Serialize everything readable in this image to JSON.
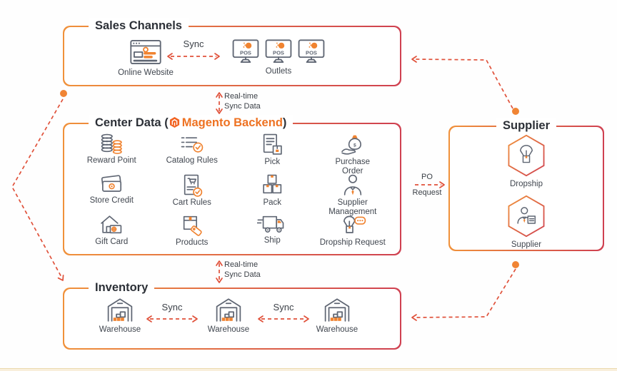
{
  "sales_channels": {
    "title": "Sales Channels",
    "online_website": {
      "label": "Online Website"
    },
    "outlets": {
      "label": "Outlets",
      "pos_text": "POS"
    },
    "sync_label": "Sync"
  },
  "center_data": {
    "title_prefix": "Center Data (",
    "brand": "Magento Backend",
    "title_suffix": ")",
    "items": [
      {
        "label": "Reward Point",
        "icon": "coins-icon"
      },
      {
        "label": "Catalog Rules",
        "icon": "checklist-icon"
      },
      {
        "label": "Pick",
        "icon": "pick-icon"
      },
      {
        "label": "Purchase Order",
        "icon": "purchase-order-icon"
      },
      {
        "label": "Store Credit",
        "icon": "wallet-icon"
      },
      {
        "label": "Cart Rules",
        "icon": "cart-rules-icon"
      },
      {
        "label": "Pack",
        "icon": "pack-icon"
      },
      {
        "label": "Supplier Management",
        "icon": "person-icon"
      },
      {
        "label": "Gift Card",
        "icon": "gift-card-icon"
      },
      {
        "label": "Products",
        "icon": "products-icon"
      },
      {
        "label": "Ship",
        "icon": "truck-icon"
      },
      {
        "label": "Dropship Request",
        "icon": "dropship-request-icon"
      }
    ]
  },
  "supplier_panel": {
    "title": "Supplier",
    "items": [
      {
        "label": "Dropship",
        "icon": "parachute-box-icon"
      },
      {
        "label": "Supplier",
        "icon": "supplier-person-icon"
      }
    ]
  },
  "inventory": {
    "title": "Inventory",
    "items": [
      {
        "label": "Warehouse",
        "icon": "warehouse-icon"
      },
      {
        "label": "Warehouse",
        "icon": "warehouse-icon"
      },
      {
        "label": "Warehouse",
        "icon": "warehouse-icon"
      }
    ],
    "sync_left": "Sync",
    "sync_right": "Sync"
  },
  "connectors": {
    "sales_sync": "Sync",
    "realtime_top_line1": "Real-time",
    "realtime_top_line2": "Sync Data",
    "realtime_bottom_line1": "Real-time",
    "realtime_bottom_line2": "Sync Data",
    "po_line1": "PO",
    "po_line2": "Request"
  },
  "colors": {
    "border_gradient_left": "#f0913a",
    "border_gradient_right": "#cf4050",
    "arrow": "#e0513a",
    "dot": "#f08434",
    "icon_gray": "#5f6673",
    "icon_orange": "#f08330",
    "brand_orange": "#ee7222",
    "title_text": "#2c3037",
    "label_text": "#40464f"
  }
}
